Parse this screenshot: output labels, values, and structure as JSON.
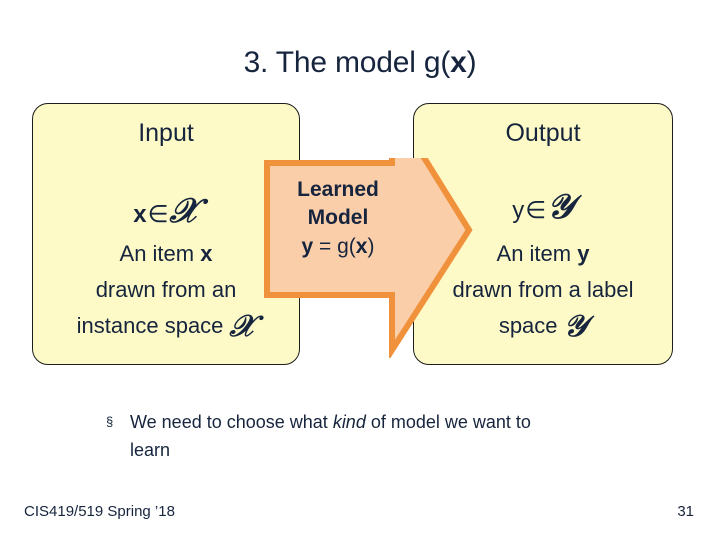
{
  "slide": {
    "title_prefix": "3. The model g(",
    "title_var": "x",
    "title_suffix": ")",
    "background_color": "#ffffff",
    "text_color": "#16253d"
  },
  "diagram": {
    "input_box": {
      "heading": "Input",
      "set_var": "x",
      "set_symbol": "∈",
      "set_space": "𝒳",
      "desc_line1_prefix": "An item ",
      "desc_line1_var": "x",
      "desc_line2": "drawn from an",
      "desc_line3_prefix": "instance space ",
      "desc_line3_space": "𝒳",
      "fill_color": "#fdfac7",
      "border_color": "#1d1d1b"
    },
    "output_box": {
      "heading": "Output",
      "set_var": "y",
      "set_symbol": "∈",
      "set_space": "𝒴",
      "desc_line1_prefix": "An item ",
      "desc_line1_var": "y",
      "desc_line2": "drawn from a label",
      "desc_line3_prefix": "space ",
      "desc_line3_space": "𝒴",
      "fill_color": "#fdfac7",
      "border_color": "#1d1d1b"
    },
    "arrow": {
      "line1": "Learned",
      "line2": "Model",
      "eq_lhs": "y",
      "eq_op": " = g(",
      "eq_rhs": "x",
      "eq_close": ")",
      "fill_color": "#fbceaa",
      "border_color": "#f0913c",
      "direction": "right"
    }
  },
  "bullets": [
    {
      "marker": "§",
      "text_part1": "We need to choose what ",
      "text_italic": "kind",
      "text_part2": " of model we want to learn"
    }
  ],
  "footer": {
    "course": "CIS419/519 Spring ’18",
    "page_number": "31"
  }
}
